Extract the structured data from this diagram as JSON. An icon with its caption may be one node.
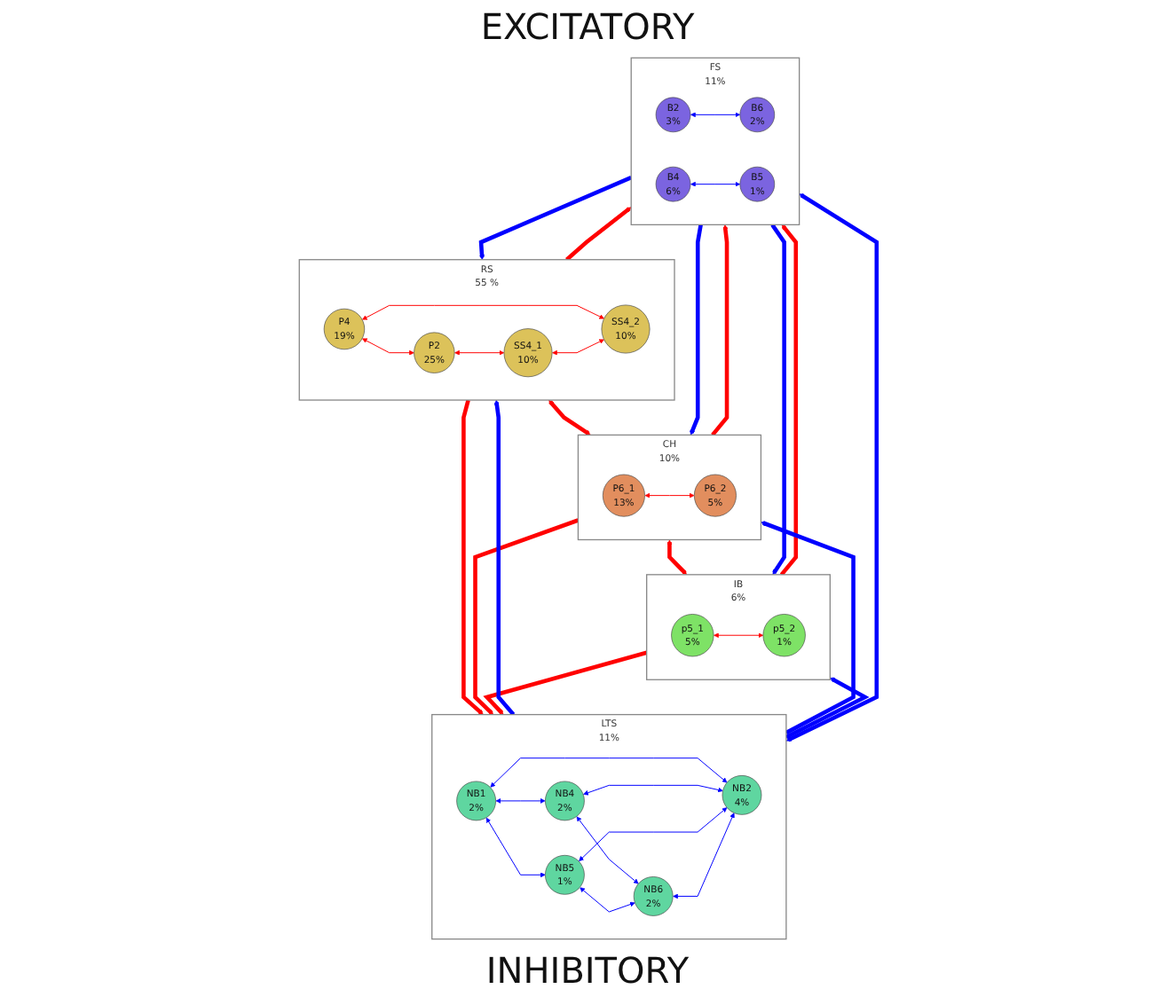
{
  "diagram": {
    "nodes": [
      {
        "text": [
          "RS",
          "55 %"
        ]
      },
      {
        "text": [
          "P4",
          "19%"
        ],
        "in": 0
      },
      {
        "text": [
          "P2",
          "25%"
        ],
        "in": 0
      },
      {
        "text": [
          "SS4_1",
          "10%"
        ],
        "in": 0
      },
      {
        "text": [
          "SS4_2",
          "10%"
        ],
        "in": 0
      },
      {
        "text": [
          "CH",
          "10%"
        ]
      },
      {
        "text": [
          "P6_1",
          "13%"
        ],
        "in": 5
      },
      {
        "text": [
          "P6_2",
          "5%"
        ],
        "in": 5
      },
      {
        "text": [
          "IB",
          "6%"
        ]
      },
      {
        "text": [
          "p5_1",
          "5%"
        ],
        "in": 8
      },
      {
        "text": [
          "p5_2",
          "1%"
        ],
        "in": 8
      },
      {
        "text": [
          "LTS",
          "11%"
        ]
      },
      {
        "text": [
          "NB1",
          "2%"
        ],
        "in": 11
      },
      {
        "text": [
          "NB4",
          "2%"
        ],
        "in": 11
      },
      {
        "text": [
          "NB2",
          "4%"
        ],
        "in": 11
      },
      {
        "text": [
          "NB5",
          "1%"
        ],
        "in": 11
      },
      {
        "text": [
          "NB6",
          "2%"
        ],
        "in": 11
      },
      {
        "text": [
          "FS",
          "11%"
        ]
      },
      {
        "text": [
          "B2",
          "3%"
        ],
        "in": 17
      },
      {
        "text": [
          "B4",
          "6%"
        ],
        "in": 17
      },
      {
        "text": [
          "B5",
          "1%"
        ],
        "in": 17
      },
      {
        "text": [
          "B6",
          "2%"
        ],
        "in": 17
      }
    ],
    "edges": [
      {
        "from": 1,
        "to": 2,
        "arrow": "both",
        "color": "#ff0000"
      },
      {
        "from": 1,
        "to": 4,
        "arrow": "both",
        "color": "#ff0000"
      },
      {
        "from": 2,
        "to": 3,
        "arrow": "both",
        "color": "#ff0000"
      },
      {
        "from": 3,
        "to": 4,
        "arrow": "both",
        "color": "#ff0000"
      },
      {
        "from": 6,
        "to": 7,
        "arrow": "both",
        "color": "#ff0000"
      },
      {
        "from": 9,
        "to": 10,
        "arrow": "both",
        "color": "#ff0000"
      },
      {
        "from": 0,
        "to": 5,
        "arrow": "both",
        "style": "thick",
        "color": "#ff0000"
      },
      {
        "from": 5,
        "to": 8,
        "arrow": "both",
        "style": "thick",
        "color": "#ff0000"
      },
      {
        "from": 0,
        "to": 11,
        "arrow": "to",
        "style": "thick",
        "color": "#ff0000"
      },
      {
        "from": 0,
        "to": 17,
        "arrow": "to",
        "style": "thick",
        "color": "#ff0000"
      },
      {
        "from": 5,
        "to": 11,
        "arrow": "to",
        "style": "thick",
        "color": "#ff0000"
      },
      {
        "from": 5,
        "to": 17,
        "arrow": "to",
        "style": "thick",
        "color": "#ff0000"
      },
      {
        "from": 8,
        "to": 11,
        "arrow": "to",
        "style": "thick",
        "color": "#ff0000"
      },
      {
        "from": 8,
        "to": 17,
        "arrow": "to",
        "style": "thick",
        "color": "#ff0000"
      },
      {
        "from": 11,
        "to": 0,
        "arrow": "to",
        "style": "thick"
      },
      {
        "from": 11,
        "to": 5,
        "arrow": "to",
        "style": "thick"
      },
      {
        "from": 11,
        "to": 8,
        "arrow": "to",
        "style": "thick"
      },
      {
        "from": 17,
        "to": 0,
        "arrow": "to",
        "style": "thick"
      },
      {
        "from": 17,
        "to": 5,
        "arrow": "to",
        "style": "thick"
      },
      {
        "from": 17,
        "to": 8,
        "arrow": "to",
        "style": "thick"
      },
      {
        "from": 11,
        "to": 17,
        "arrow": "both",
        "style": "thick"
      },
      {
        "from": 12,
        "to": 13,
        "arrow": "both"
      },
      {
        "from": 12,
        "to": 14,
        "arrow": "both"
      },
      {
        "from": 13,
        "to": 14,
        "arrow": "both"
      },
      {
        "from": 12,
        "to": 15,
        "arrow": "both"
      },
      {
        "from": 13,
        "to": 16,
        "arrow": "both"
      },
      {
        "from": 15,
        "to": 14,
        "arrow": "both"
      },
      {
        "from": 16,
        "to": 14,
        "arrow": "both"
      },
      {
        "from": 15,
        "to": 16,
        "arrow": "both"
      },
      {
        "from": 18,
        "to": 21,
        "arrow": "both"
      },
      {
        "from": 19,
        "to": 20,
        "arrow": "both"
      }
    ],
    "labels": [
      "EXCITATORY",
      "INHIBITORY"
    ]
  }
}
